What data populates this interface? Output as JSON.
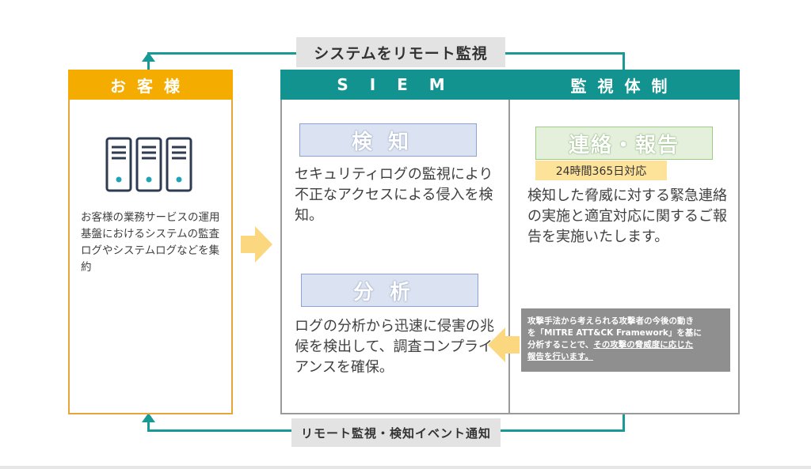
{
  "top_flow": {
    "label": "システムをリモート監視"
  },
  "bottom_flow": {
    "label": "リモート監視・検知イベント通知"
  },
  "customer": {
    "title": "お客様",
    "description": "お客様の業務サービスの運用基盤におけるシステムの監査ログやシステムログなどを集約",
    "icon": "server-rack-icon"
  },
  "siem": {
    "title": "S I E M",
    "detect": {
      "label": "検知",
      "text": "セキュリティログの監視により不正なアクセスによる侵入を検知。"
    },
    "analyze": {
      "label": "分析",
      "text": "ログの分析から迅速に侵害の兆候を検出して、調査コンプライアンスを確保。"
    }
  },
  "monitoring": {
    "title": "監視体制",
    "report": {
      "label": "連絡・報告",
      "badge": "24時間365日対応",
      "text": "検知した脅威に対する緊急連絡の実施と適宜対応に関するご報告を実施いたします。"
    },
    "note": {
      "line1": "攻撃手法から考えられる攻撃者の今後の動き",
      "line2": "を「MITRE ATT&CK Framework」を基に",
      "line3_plain": "分析することで、",
      "line3_underline": "その攻撃の脅威度に応じた",
      "line4": "報告を行います。"
    }
  },
  "colors": {
    "teal": "#13938f",
    "orange": "#f5ac00",
    "arrow": "#fbd77f",
    "gray_label": "#e3e3e3"
  }
}
